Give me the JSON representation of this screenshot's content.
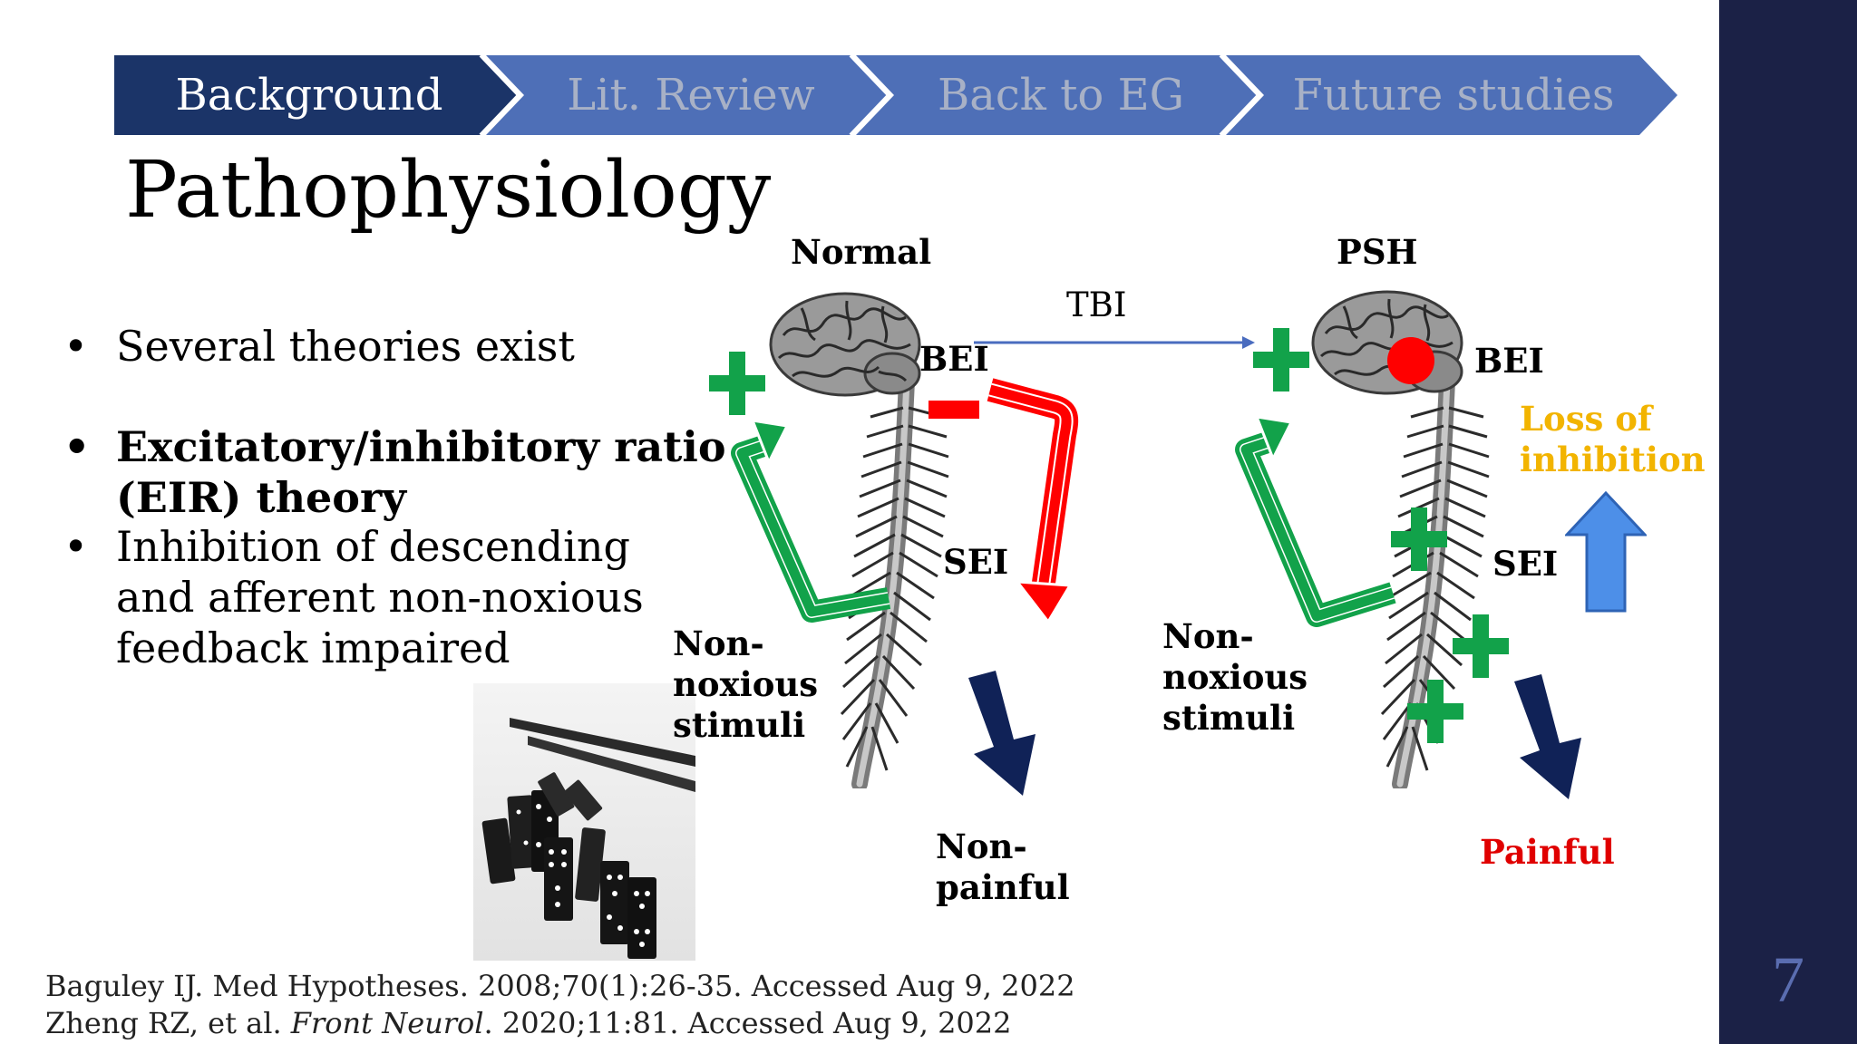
{
  "nav": {
    "tabs": [
      {
        "label": "Background",
        "active": true
      },
      {
        "label": "Lit. Review",
        "active": false
      },
      {
        "label": "Back to EG",
        "active": false
      },
      {
        "label": "Future studies",
        "active": false
      }
    ]
  },
  "title": "Pathophysiology",
  "bullets": {
    "b1": "Several theories exist",
    "b2_line1": "Excitatory/inhibitory ratio",
    "b2_line2": "(EIR) theory",
    "b3_line1": "Inhibition of descending",
    "b3_line2": "and afferent non-noxious",
    "b3_line3": "feedback impaired",
    "marker": "•"
  },
  "diagram": {
    "normal": {
      "label": "Normal",
      "bei": "BEI",
      "sei": "SEI",
      "minus": "−",
      "stimuli": [
        "Non-",
        "noxious",
        "stimuli"
      ],
      "outcome": [
        "Non-",
        "painful"
      ]
    },
    "tbi_label": "TBI",
    "psh": {
      "label": "PSH",
      "bei": "BEI",
      "sei": "SEI",
      "loss": [
        "Loss of",
        "inhibition"
      ],
      "stimuli": [
        "Non-",
        "noxious",
        "stimuli"
      ],
      "outcome": "Painful"
    },
    "colors": {
      "green": "#12a24a",
      "red": "#ff0000",
      "navy": "#102257",
      "blue": "#4d8fe8",
      "gold": "#f2b400",
      "painful_red": "#e00000"
    }
  },
  "references": {
    "line1": "Baguley IJ. Med Hypotheses. 2008;70(1):26-35. Accessed Aug 9, 2022",
    "line2_pre": "Zheng RZ, et al. ",
    "line2_journal": "Front Neurol",
    "line2_post": ". 2020;11:81. Accessed Aug 9, 2022"
  },
  "slide_number": "7",
  "icons": {
    "brain": "brain-icon",
    "spinal_cord": "spinal-cord-icon",
    "dominoes": "dominoes-image"
  }
}
